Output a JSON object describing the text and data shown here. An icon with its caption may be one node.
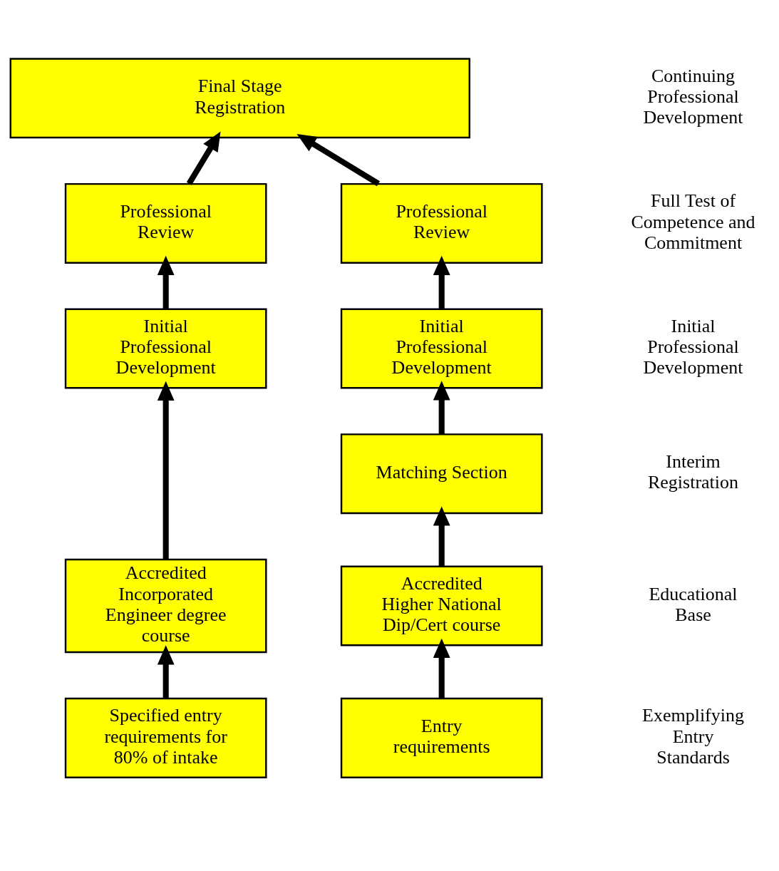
{
  "diagram": {
    "nodes": [
      {
        "text": [
          "Final Stage Registration"
        ]
      },
      {
        "text": [
          "Professional Review"
        ]
      },
      {
        "text": [
          "Professional Review"
        ]
      },
      {
        "text": [
          "Initial Professional Development"
        ]
      },
      {
        "text": [
          "Initial Professional Development"
        ]
      },
      {
        "text": [
          "Matching Section"
        ]
      },
      {
        "text": [
          "Accredited Incorporated Engineer degree course"
        ]
      },
      {
        "text": [
          "Accredited Higher National Dip/Cert course"
        ]
      },
      {
        "text": [
          "Specified entry requirements for 80% of intake"
        ]
      },
      {
        "text": [
          "Entry requirements"
        ]
      }
    ],
    "edges": [
      {
        "from": 1,
        "to": 0,
        "arrow": "to"
      },
      {
        "from": 2,
        "to": 0,
        "arrow": "to"
      },
      {
        "from": 3,
        "to": 1,
        "arrow": "to"
      },
      {
        "from": 4,
        "to": 2,
        "arrow": "to"
      },
      {
        "from": 5,
        "to": 4,
        "arrow": "to"
      },
      {
        "from": 6,
        "to": 3,
        "arrow": "to"
      },
      {
        "from": 7,
        "to": 5,
        "arrow": "to"
      },
      {
        "from": 8,
        "to": 6,
        "arrow": "to"
      },
      {
        "from": 9,
        "to": 7,
        "arrow": "to"
      }
    ],
    "labels": [
      "Continuing Professional Development",
      "Full Test of Competence and Commitment",
      "Initial Professional Development",
      "Interim Registration",
      "Educational Base",
      "Exemplifying Entry Standards"
    ]
  }
}
